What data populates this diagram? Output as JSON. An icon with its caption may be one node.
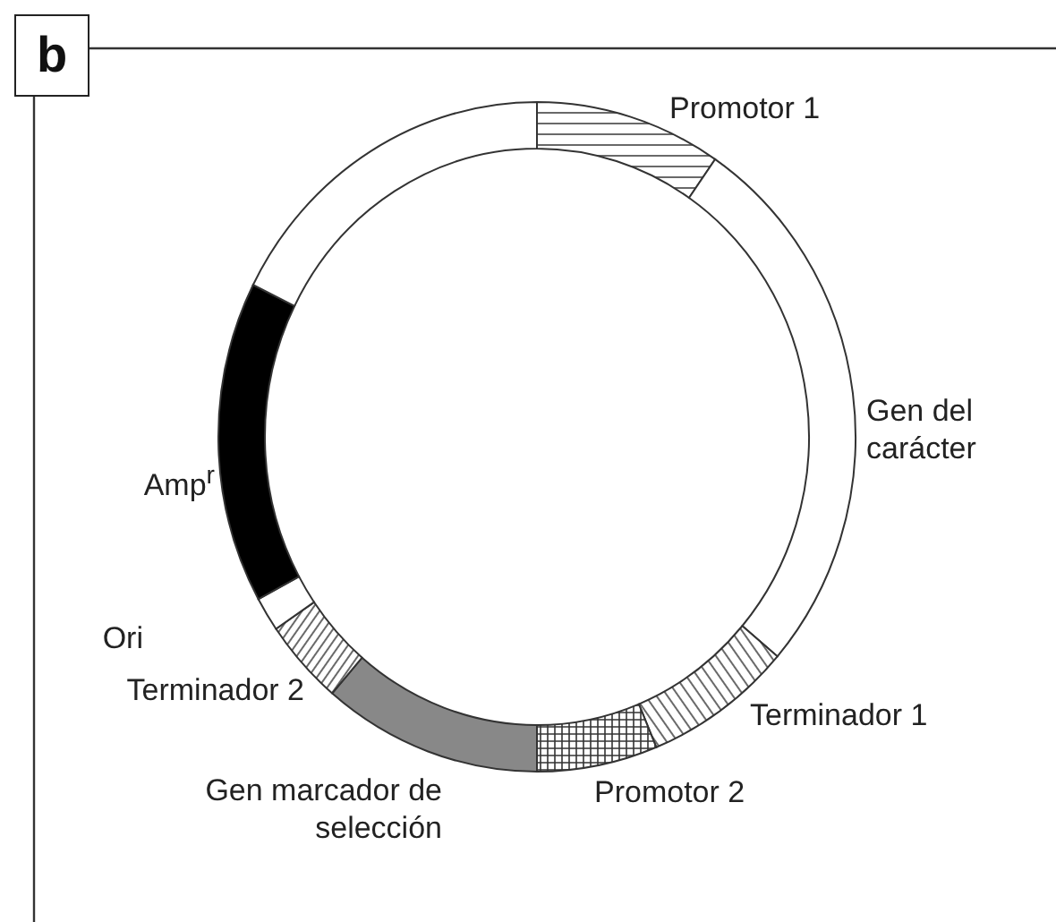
{
  "diagram": {
    "nodes": [
      {
        "text": [
          "b"
        ]
      }
    ],
    "labels": [
      "Promotor 1",
      "Gen del carácter",
      "Amp$^{r}$",
      "Ori",
      "Terminador 2",
      "Gen marcador de selección",
      "Promotor 2",
      "Terminador 1"
    ]
  }
}
